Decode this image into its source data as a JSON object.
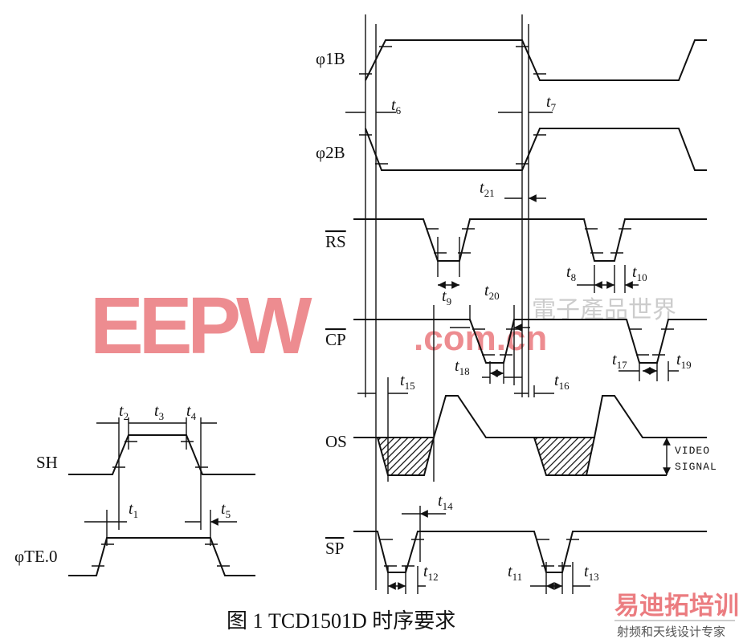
{
  "signals": {
    "phi1b": "φ1B",
    "phi2b": "φ2B",
    "rs": "RS",
    "cp": "CP",
    "os": "OS",
    "sp": "SP",
    "sh": "SH",
    "phite": "φTE.0"
  },
  "timings": {
    "t1": "1",
    "t2": "2",
    "t3": "3",
    "t4": "4",
    "t5": "5",
    "t6": "6",
    "t7": "7",
    "t8": "8",
    "t9": "9",
    "t10": "10",
    "t11": "11",
    "t12": "12",
    "t13": "13",
    "t14": "14",
    "t15": "15",
    "t16": "16",
    "t17": "17",
    "t18": "18",
    "t19": "19",
    "t20": "20",
    "t21": "21"
  },
  "t_letter": "t",
  "video_signal": {
    "line1": "VIDEO",
    "line2": "SIGNAL"
  },
  "caption": "图 1 TCD1501D 时序要求",
  "watermark": {
    "brand": "EEPW",
    "domain": ".com.cn",
    "chinese": "電子產品世界",
    "site2_title": "易迪拓培训",
    "site2_subtitle": "射频和天线设计专家",
    "brand_color": "#e8666b"
  }
}
